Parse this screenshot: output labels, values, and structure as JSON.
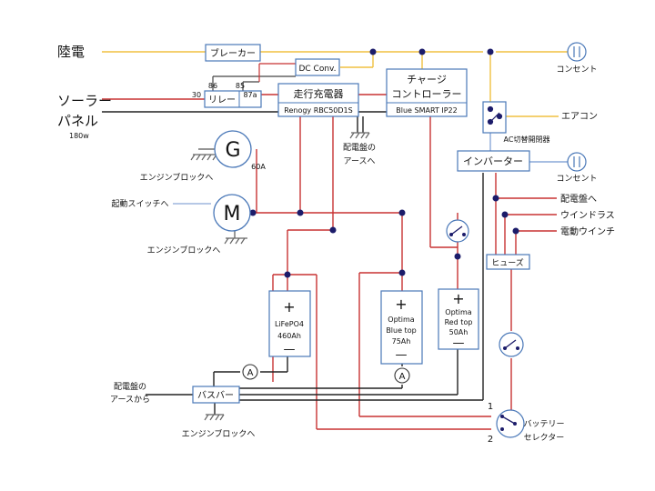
{
  "sources": {
    "shore_power": "陸電",
    "solar_line1": "ソーラー",
    "solar_line2": "パネル",
    "solar_rating": "180w"
  },
  "boxes": {
    "breaker": "ブレーカー",
    "dc_conv": "DC Conv.",
    "relay": "リレー",
    "dcdc_title": "走行充電器",
    "dcdc_model": "Renogy RBC50D1S",
    "mppt_line1": "チャージ",
    "mppt_line2": "コントローラー",
    "mppt_model": "Blue SMART IP22",
    "inverter": "インバーター",
    "fuse": "ヒューズ",
    "busbar": "バスバー"
  },
  "relay_pins": {
    "p86": "86",
    "p85": "85",
    "p30": "30",
    "p87a": "87a"
  },
  "generator": {
    "symbol": "G",
    "rating": "60A",
    "ground": "エンジンブロックへ"
  },
  "motor": {
    "symbol": "M",
    "ignition": "起動スイッチへ",
    "ground": "エンジンブロックへ"
  },
  "panel_ground_line1": "配電盤の",
  "panel_ground_line2": "アースへ",
  "outlets": {
    "top": "コンセント",
    "inverter": "コンセント"
  },
  "ac_switch": "AC切替開閉器",
  "aircon": "エアコン",
  "loads": {
    "panel": "配電盤へ",
    "windlass": "ウインドラス",
    "winch": "電動ウインチ"
  },
  "batteries": {
    "lifepo4": {
      "plus": "+",
      "name": "LiFePO4",
      "capacity": "460Ah",
      "minus": "—"
    },
    "blue_top": {
      "plus": "+",
      "brand": "Optima",
      "name": "Blue top",
      "capacity": "75Ah",
      "minus": "—"
    },
    "red_top": {
      "plus": "+",
      "brand": "Optima",
      "name": "Red top",
      "capacity": "50Ah",
      "minus": "—"
    }
  },
  "ammeter": "A",
  "busbar_from_line1": "配電盤の",
  "busbar_from_line2": "アースから",
  "busbar_ground": "エンジンブロックへ",
  "selector": {
    "line1": "バッテリー",
    "line2": "セレクター",
    "pos1": "1",
    "pos2": "2"
  },
  "colors": {
    "shore": "#f0c040",
    "positive": "#c83232",
    "negative": "#222222",
    "ac": "#8aa8d8",
    "box_border": "#4a78b8"
  }
}
